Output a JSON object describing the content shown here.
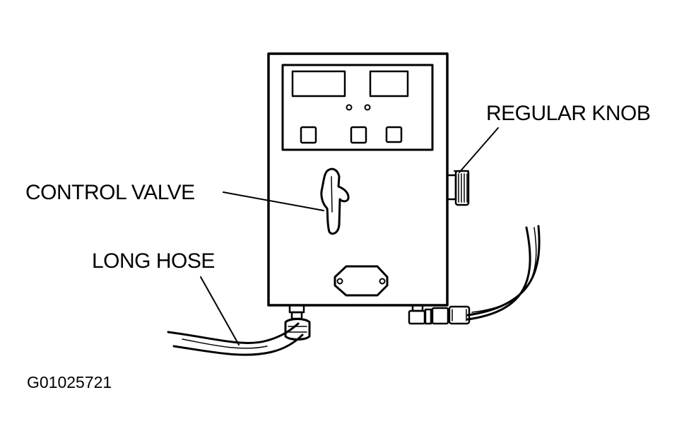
{
  "labels": {
    "regular_knob": "REGULAR KNOB",
    "control_valve": "CONTROL VALVE",
    "long_hose": "LONG HOSE",
    "figure_id": "G01025721"
  },
  "colors": {
    "ink": "#000000",
    "paper": "#ffffff"
  }
}
